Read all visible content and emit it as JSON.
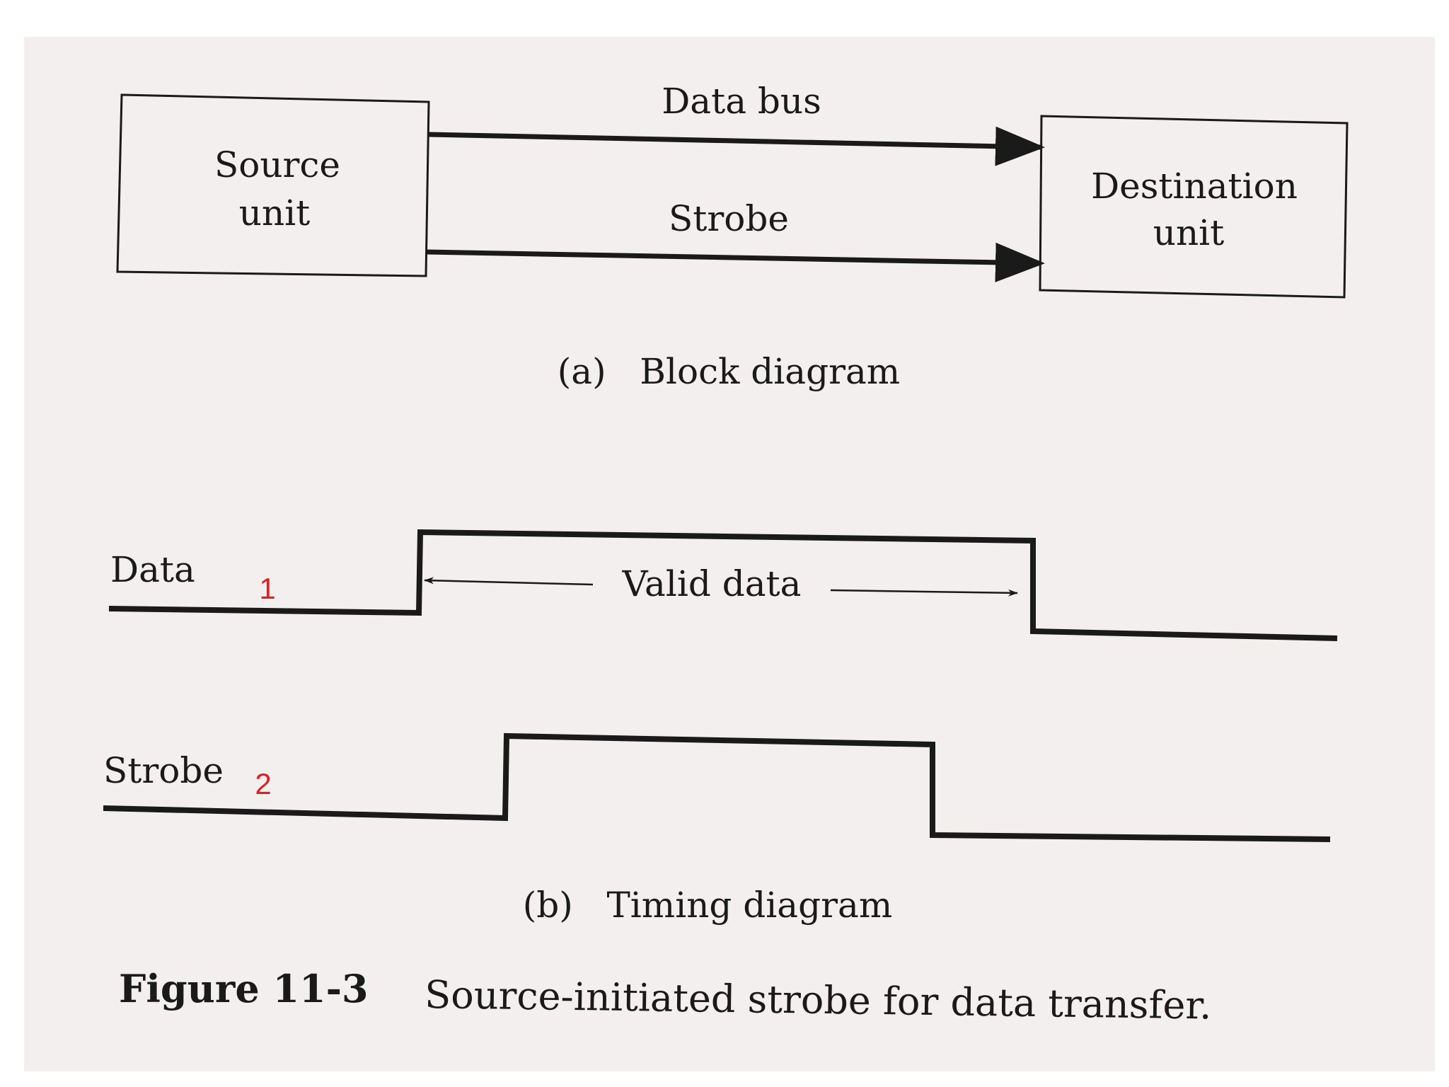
{
  "block_diagram": {
    "source_unit": {
      "line1": "Source",
      "line2": "unit"
    },
    "destination_unit": {
      "line1": "Destination",
      "line2": "unit"
    },
    "data_bus_label": "Data bus",
    "strobe_label": "Strobe",
    "caption": "(a)   Block diagram"
  },
  "timing_diagram": {
    "data_label": "Data",
    "strobe_label": "Strobe",
    "valid_data_label": "Valid data",
    "caption": "(b)   Timing diagram",
    "markers": {
      "data_marker": "1",
      "strobe_marker": "2",
      "marker_color": "#e02020"
    }
  },
  "figure_caption": {
    "number": "Figure 11-3",
    "text": "Source-initiated strobe for data transfer."
  },
  "colors": {
    "ink": "#1a1a1a",
    "paper": "#f2efee"
  }
}
